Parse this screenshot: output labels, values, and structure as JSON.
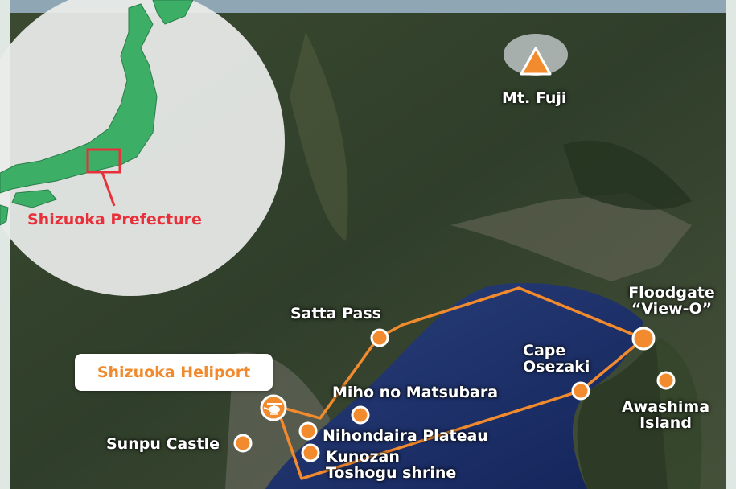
{
  "map": {
    "route_color": "#f28a2e",
    "marker_color": "#f28a2e",
    "highlight_color": "#e8303a",
    "land_color": "#3dae66",
    "inset_bg": "#e9ece9",
    "icons": {
      "peak": "triangle-peak-icon",
      "heliport": "helicopter-icon",
      "stop": "circle-marker-icon"
    }
  },
  "inset": {
    "highlight_label": "Shizuoka Prefecture"
  },
  "heliport": {
    "label": "Shizuoka Heliport"
  },
  "peak": {
    "label": "Mt. Fuji"
  },
  "places": {
    "satta_pass": "Satta Pass",
    "floodgate_line1": "Floodgate",
    "floodgate_line2": "“View-O”",
    "cape_line1": "Cape",
    "cape_line2": "Osezaki",
    "miho": "Miho no Matsubara",
    "awashima_line1": "Awashima",
    "awashima_line2": "Island",
    "sunpu": "Sunpu Castle",
    "nihondaira": "Nihondaira Plateau",
    "kunozan_line1": "Kunozan",
    "kunozan_line2": "Toshogu shrine"
  }
}
